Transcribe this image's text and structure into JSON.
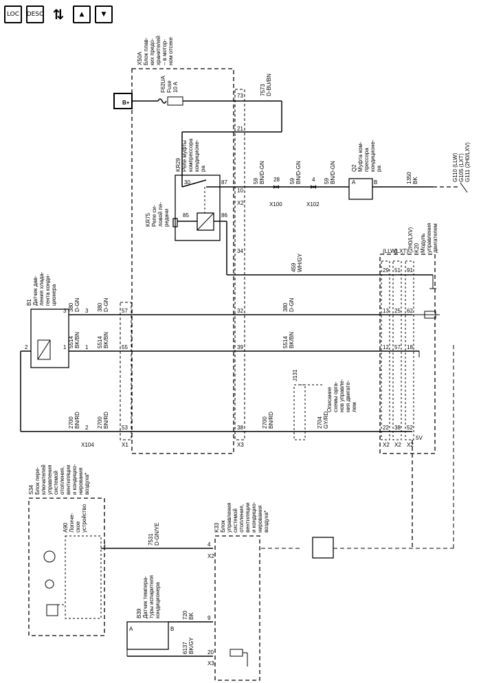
{
  "toolbar": {
    "loc_label": "LOC",
    "desc_label": "DESC",
    "updown_label": "⇅",
    "up_label": "▲",
    "down_label": "▼"
  },
  "components": {
    "x50a": [
      "X50A",
      "Блок плав-",
      "ких предо-",
      "хранителей",
      "– в мотор-",
      "ном отсеке"
    ],
    "fuse": [
      "F62UA",
      "Fuse",
      "10 A"
    ],
    "relay_kr29": [
      "KR29",
      "Реле муфты",
      "компрессора",
      "кондиционе-",
      "ра"
    ],
    "relay_kr75": [
      "KR75",
      "Реле си-",
      "ловой пе-",
      "редачи"
    ],
    "clutch_q2": [
      "Q2",
      "Муфта ком-",
      "прессора",
      "кондиционе-",
      "ра"
    ],
    "ground_g": [
      "G110 (LLW)",
      "G105 (LXT)",
      "G111 (2H0/LXV)"
    ],
    "k20": [
      "(2H0/LXV)",
      "K20",
      "Модуль",
      "управления",
      "двигателем"
    ],
    "sensor_b1": [
      "B1",
      "Датчик дав-",
      "ления хлада-",
      "гента конди-",
      "ционера"
    ],
    "j131": [
      "J131"
    ],
    "ref_note": [
      "Описание",
      "схемы орга-",
      "нов управле-",
      "ния двигате-",
      "лем"
    ],
    "s34": [
      "S34",
      "Блок пере-",
      "ключателей",
      "управления",
      "системой",
      "отопления,",
      "вентиляции",
      "и кондицио-",
      "нирования",
      "воздуха*"
    ],
    "a90": [
      "A90",
      "Логиче-",
      "ское",
      "устройство"
    ],
    "k33": [
      "K33",
      "Блок",
      "управления",
      "системой",
      "отопления,",
      "вентиляции",
      "и кондицио-",
      "нирования",
      "воздуха*"
    ],
    "b39": [
      "B39",
      "Датчик темпера-",
      "туры испарителя",
      "кондиционера"
    ]
  },
  "wires": {
    "w7573": [
      "7573",
      "D-BU/BN"
    ],
    "w59a": [
      "59",
      "BN/D-GN"
    ],
    "w59b": [
      "59",
      "BN/D-GN"
    ],
    "w59c": [
      "59",
      "BN/D-GN"
    ],
    "w1350": [
      "1350",
      "BK"
    ],
    "w459": [
      "459",
      "WH/GY"
    ],
    "w380a": [
      "380",
      "D-GN"
    ],
    "w380b": [
      "380",
      "D-GN"
    ],
    "w380c": [
      "380",
      "D-GN"
    ],
    "w5514a": [
      "5514",
      "BK/BN"
    ],
    "w5514b": [
      "5514",
      "BK/BN"
    ],
    "w5514c": [
      "5514",
      "BK/BN"
    ],
    "w2700a": [
      "2700",
      "BN/RD"
    ],
    "w2700b": [
      "2700",
      "BN/RD"
    ],
    "w2700c": [
      "2700",
      "BN/RD"
    ],
    "w2704": [
      "2704",
      "GY/RD"
    ],
    "w7531": [
      "7531",
      "D-GN/YE"
    ],
    "w720": [
      "720",
      "BK"
    ],
    "w6137": [
      "6137",
      "BK/GY"
    ]
  },
  "connectors": {
    "x2_top": "X2",
    "x100": "X100",
    "x102": "X102",
    "x104": "X104",
    "x1": "X1",
    "x3": "X3",
    "x2_llw": "X2",
    "x2_lxt": "X2",
    "x2_2h0": "X2",
    "x2_k33": "X2",
    "x3_k33": "X3"
  },
  "pins": {
    "p73": "73",
    "p21": "21",
    "p10": "10",
    "p34": "34",
    "p32": "32",
    "p39": "39",
    "p38": "38",
    "p57": "57",
    "p55": "55",
    "p53": "53",
    "p30": "30",
    "p87": "87",
    "p85": "85",
    "p86": "86",
    "p28": "28",
    "p4": "4",
    "pA_q2": "A",
    "pB_q2": "B",
    "p3_b1": "3",
    "p1_b1": "1",
    "p2_b1": "2",
    "p3_x104": "3",
    "p1_x104": "1",
    "p2_x104": "2",
    "p29": "29",
    "p51": "51",
    "p91": "91",
    "p13": "13",
    "p25": "25",
    "p62": "62",
    "p12": "12",
    "p57b": "57",
    "p18": "18",
    "p22": "22",
    "p38b": "38",
    "p52": "52",
    "v5": "5V",
    "llw": "(LLW)",
    "lxt": "(LXT)",
    "p1_a90": "1",
    "p4_k33": "4",
    "pA_b39": "A",
    "pB_b39": "B",
    "p9": "9",
    "p20": "20"
  },
  "bplus": "B+"
}
